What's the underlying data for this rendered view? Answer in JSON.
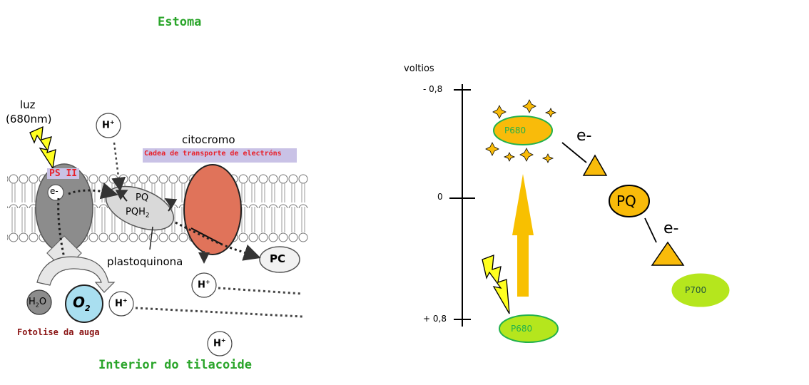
{
  "left": {
    "top_label": "Estoma",
    "bottom_label": "Interior do tilacoide",
    "light": "luz",
    "light_wavelength": "(680nm)",
    "ps2": "PS II",
    "electron": "e-",
    "pq": "PQ",
    "pqh2": "PQH",
    "pqh2_sub": "2",
    "plastoquinone": "plastoquinona",
    "cytochrome": "citocromo",
    "transport_chain": "Cadea de transporte de electróns",
    "pc": "PC",
    "water": "H",
    "water_sub": "2",
    "water_o": "O",
    "oxygen": "O",
    "oxygen_sub": "2",
    "photolysis": "Fotolise da auga",
    "proton": "H",
    "proton_sup": "+"
  },
  "right": {
    "axis_label": "voltios",
    "tick_top": "- 0,8",
    "tick_mid": "0",
    "tick_bottom": "+ 0,8",
    "p680_excited": "P680",
    "p680_ground": "P680",
    "pq": "PQ",
    "p700": "P700",
    "electron_1": "e-",
    "electron_2": "e-"
  },
  "colors": {
    "title_green": "#2aa52a",
    "label_red": "#e8202a",
    "photolysis_maroon": "#8a1414",
    "band_lavender": "#c9c2e6",
    "cytochrome": "#e0735a",
    "ps2_gray": "#8c8c8c",
    "oxygen_blue": "#a9dff0",
    "arrow_yellow": "#f8c000",
    "p680_orange": "#f9bb0a",
    "p700_green": "#b5e61d"
  }
}
